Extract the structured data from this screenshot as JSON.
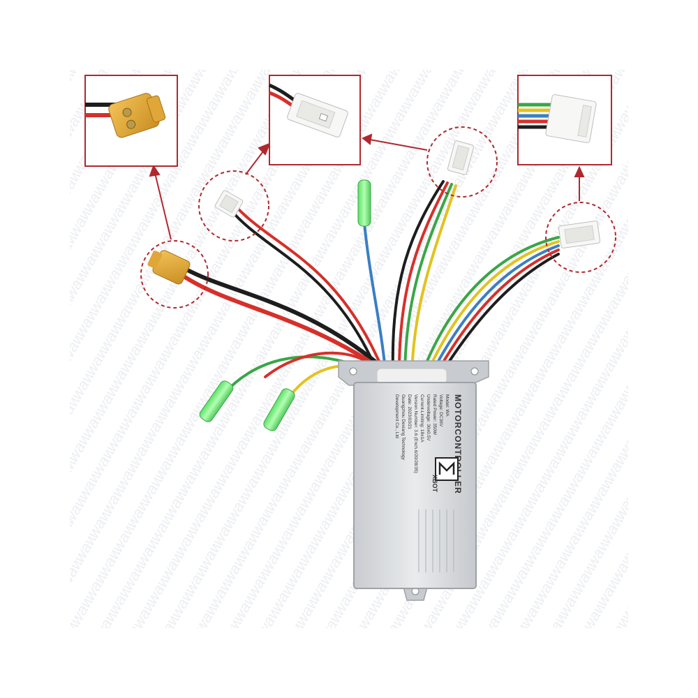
{
  "watermark": "wawaw",
  "controller": {
    "title": "MOTORCONTROLLER",
    "brand": "XBOT",
    "lines": [
      "Model: WA",
      "Voltage: DC36V",
      "Rated Power: 350W",
      "Undervoltage: 30±0.5V",
      "Current-Limiting: 18±1A",
      "Version Number: 3.6 (Ench.6/20/28/35)",
      "Date: 2023/03/21",
      "Guangzhou Dexiang Technology",
      "Development Co., Ltd"
    ]
  },
  "colors": {
    "frame": "#b0282d",
    "wire_red": "#d6302a",
    "wire_black": "#1d1d1d",
    "wire_blue": "#3a7ec6",
    "wire_green": "#3aa646",
    "wire_yellow": "#e3c21e",
    "connector_yellow": "#e1aa38",
    "terminal_green": "#7df07d",
    "housing_silver": "#d7dadd"
  },
  "icons": [
    "xbot-logo-icon",
    "mounting-hole-icon"
  ]
}
